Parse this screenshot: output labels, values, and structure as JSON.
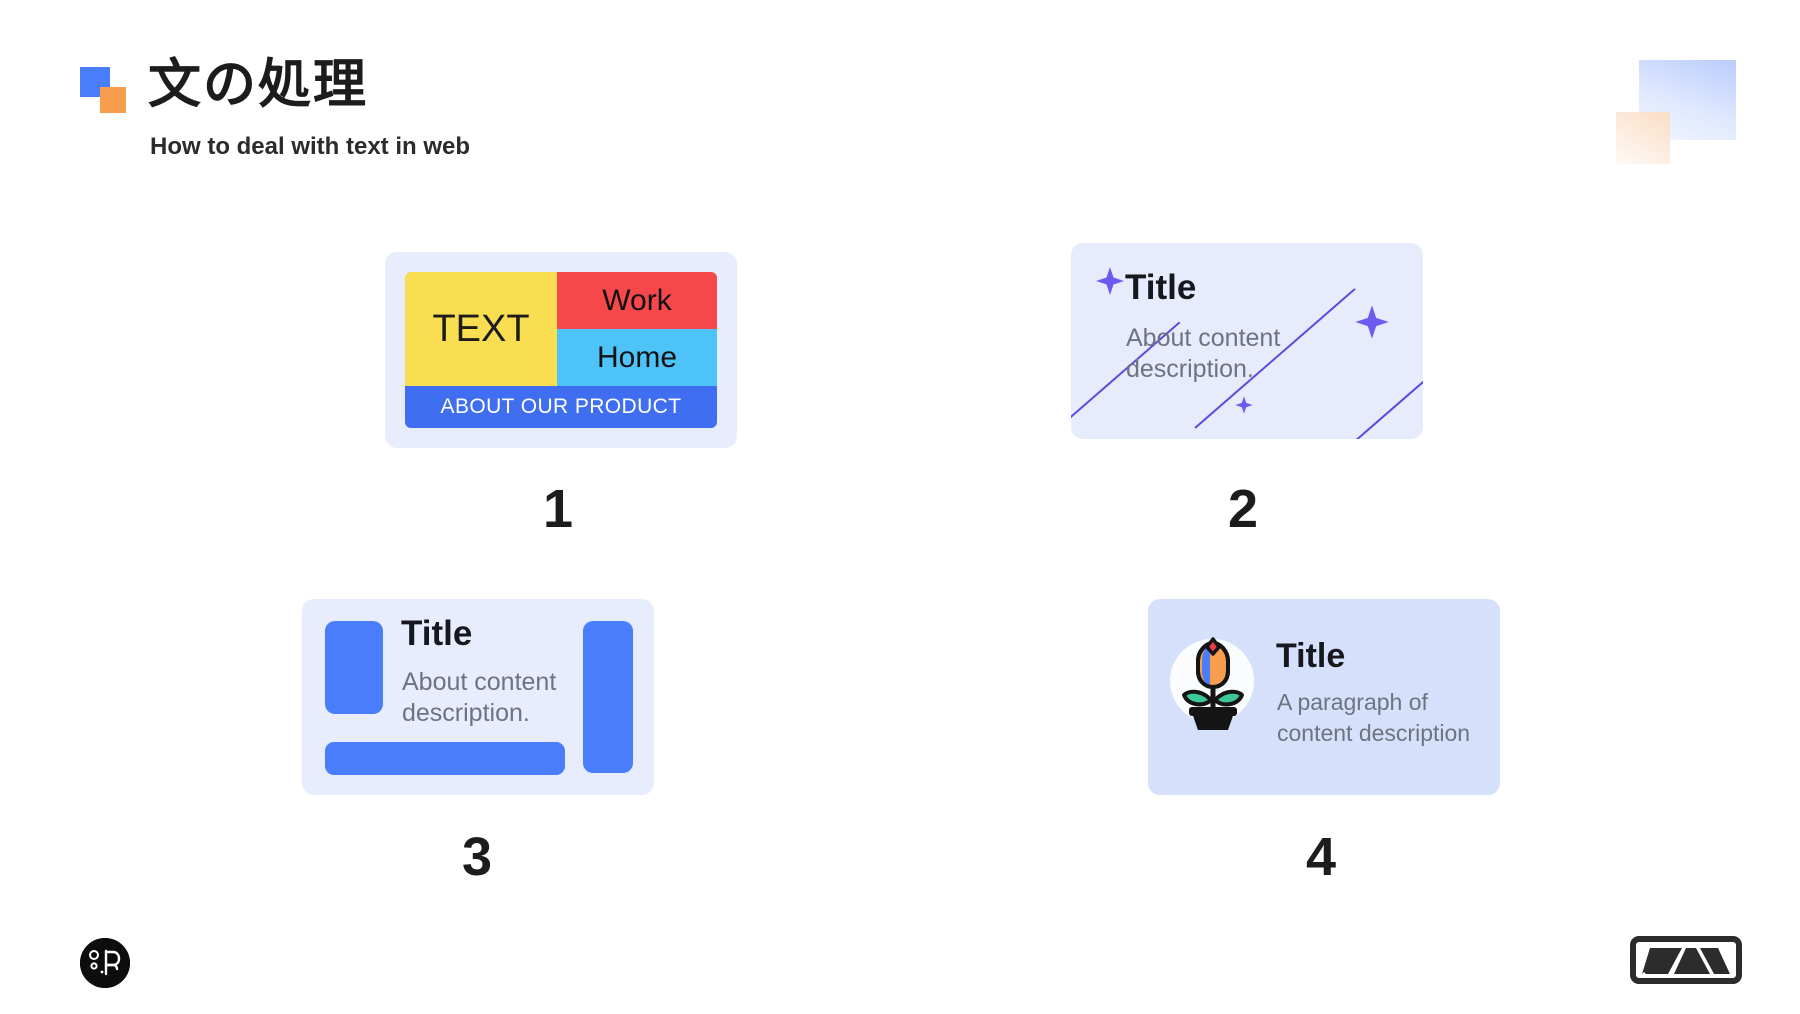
{
  "header": {
    "title_ja": "文の処理",
    "subtitle": "How to deal with text in web",
    "logo_icon": "square-stack-icon"
  },
  "decor": {
    "blue_square": "gradient-square-blue",
    "orange_square": "gradient-square-orange",
    "accent_blue": "#4a7dfc",
    "accent_orange": "#f79d4d",
    "accent_purple": "#6b5bf0"
  },
  "cards": [
    {
      "number": "1",
      "name": "color-blocks-card",
      "background": "#e8edfd",
      "blocks": {
        "text_label": "TEXT",
        "text_bg": "#fade52",
        "work_label": "Work",
        "work_bg": "#f6484a",
        "home_label": "Home",
        "home_bg": "#4ec3f7",
        "banner_label": "ABOUT OUR PRODUCT",
        "banner_bg": "#3f6ef0"
      }
    },
    {
      "number": "2",
      "name": "sparkle-card",
      "background": "#e7ecfc",
      "title": "Title",
      "description": "About content description.",
      "decor_icons": [
        "sparkle-icon",
        "sparkle-icon",
        "sparkle-icon",
        "diagonal-line",
        "diagonal-line",
        "diagonal-line"
      ]
    },
    {
      "number": "3",
      "name": "blue-blocks-card",
      "background": "#e8edfd",
      "title": "Title",
      "description": "About content description.",
      "block_color": "#4a7dfc"
    },
    {
      "number": "4",
      "name": "plant-icon-card",
      "background": "#d5e1fb",
      "title": "Title",
      "description": "A paragraph of content description",
      "icon": "potted-tulip-icon"
    }
  ],
  "footer": {
    "left_logo": "circular-brand-logo",
    "right_logo": "mountain-badge-logo"
  }
}
